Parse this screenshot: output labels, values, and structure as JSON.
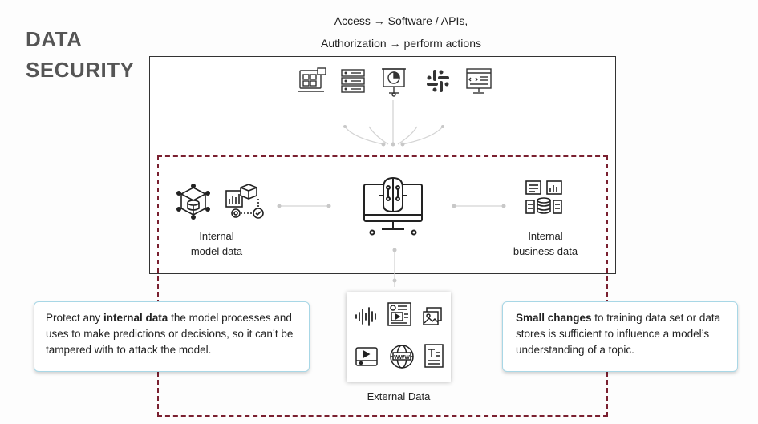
{
  "title": {
    "line1": "DATA",
    "line2": "SECURITY"
  },
  "top_caption": {
    "line1": "Access → Software / APIs,",
    "line2": "Authorization → perform actions"
  },
  "labels": {
    "internal_model_line1": "Internal",
    "internal_model_line2": "model data",
    "internal_business_line1": "Internal",
    "internal_business_line2": "business data",
    "external_data": "External Data"
  },
  "callout_left": {
    "pre": "Protect any ",
    "bold": "internal data",
    "post": " the model processes and uses to make predictions or decisions, so it can’t be tampered with to attack the model."
  },
  "callout_right": {
    "bold": "Small changes",
    "post": " to training data set or data stores is sufficient to influence a model’s understanding of a topic."
  },
  "icons": {
    "top_row": [
      "computer-access-icon",
      "server-rack-icon",
      "presentation-board-icon",
      "slack-icon",
      "code-window-icon"
    ],
    "center": "ai-brain-monitor-icon",
    "left": [
      "network-cube-icon",
      "data-workflow-icon"
    ],
    "right": "business-data-icon",
    "external": [
      "audio-wave-icon",
      "news-article-icon",
      "image-icon",
      "video-icon",
      "web-globe-icon",
      "text-document-icon"
    ]
  },
  "colors": {
    "dashed_border": "#7a2030",
    "callout_border": "#a8d7e6",
    "title": "#555555"
  }
}
